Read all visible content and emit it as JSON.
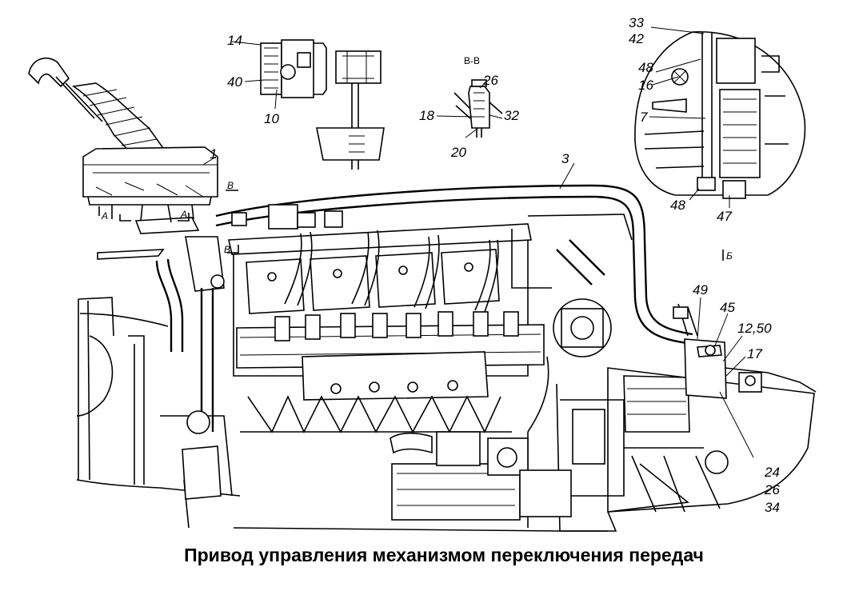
{
  "caption": "Привод управления механизмом переключения передач",
  "section_label": "В-В",
  "view_labels": {
    "a1": "А",
    "a2": "А",
    "b1": "В",
    "b2": "В",
    "b3": "Б"
  },
  "callouts": {
    "c1": "1",
    "c3": "3",
    "c14": "14",
    "c40": "40",
    "c10": "10",
    "c26": "26",
    "c18": "18",
    "c32": "32",
    "c20": "20",
    "c33": "33",
    "c42": "42",
    "c48a": "48",
    "c16": "16",
    "c7": "7",
    "c48b": "48",
    "c47": "47",
    "c49": "49",
    "c45": "45",
    "c1250": "12,50",
    "c17": "17",
    "c24": "24",
    "c26b": "26",
    "c34": "34"
  }
}
